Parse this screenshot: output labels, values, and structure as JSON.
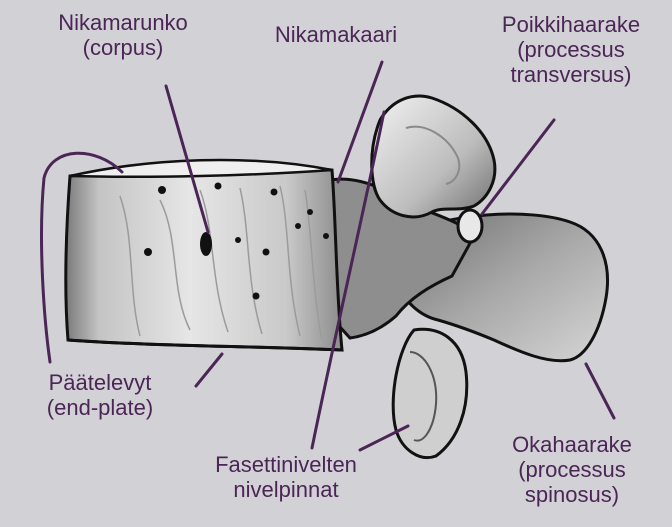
{
  "labels": {
    "corpus": {
      "line1": "Nikamarunko",
      "line2": "(corpus)"
    },
    "arch": {
      "line1": "Nikamakaari"
    },
    "transverse": {
      "line1": "Poikkihaarake",
      "line2": "(processus",
      "line3": "transversus)"
    },
    "endplate": {
      "line1": "Päätelevyt",
      "line2": "(end-plate)"
    },
    "facet": {
      "line1": "Fasettinivelten",
      "line2": "nivelpinnat"
    },
    "spinous": {
      "line1": "Okahaarake",
      "line2": "(processus",
      "line3": "spinosus)"
    }
  },
  "colors": {
    "background": "#d2d2d6",
    "label_text": "#4b2556",
    "leader_line": "#4b2556",
    "bone_light": "#dcdcdc",
    "bone_mid": "#9a9a9a",
    "bone_dark": "#5a5a5a",
    "outline": "#111111"
  }
}
